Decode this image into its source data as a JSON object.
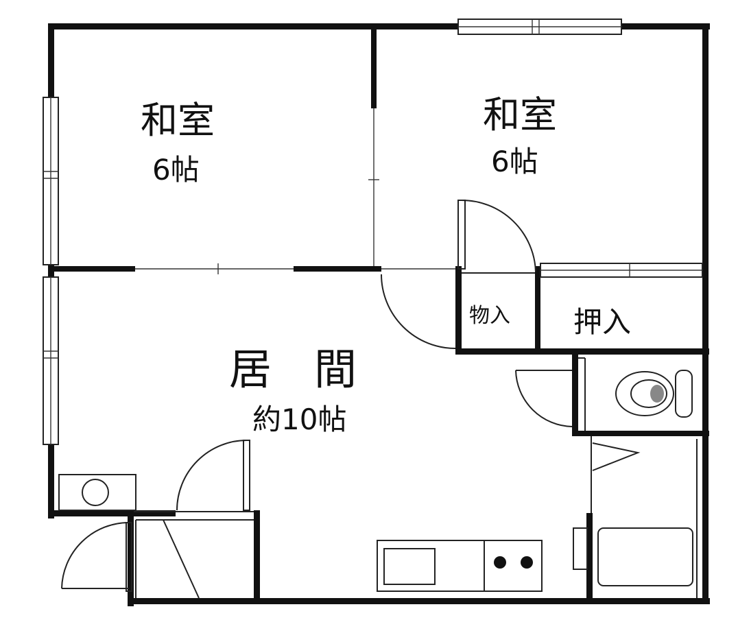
{
  "rooms": {
    "washitsu_left": {
      "name": "和室",
      "size": "6帖"
    },
    "washitsu_right": {
      "name": "和室",
      "size": "6帖"
    },
    "living": {
      "name": "居　間",
      "size": "約10帖"
    },
    "storage_small": {
      "name": "物入"
    },
    "closet": {
      "name": "押入"
    }
  },
  "colors": {
    "line": "#111111",
    "background": "#ffffff",
    "toilet_shade": "#888888"
  },
  "icons": [
    "toilet-icon",
    "bathtub-icon",
    "sink-icon",
    "stove-burner-icon",
    "washer-icon",
    "door-swing-icon",
    "window-icon"
  ]
}
